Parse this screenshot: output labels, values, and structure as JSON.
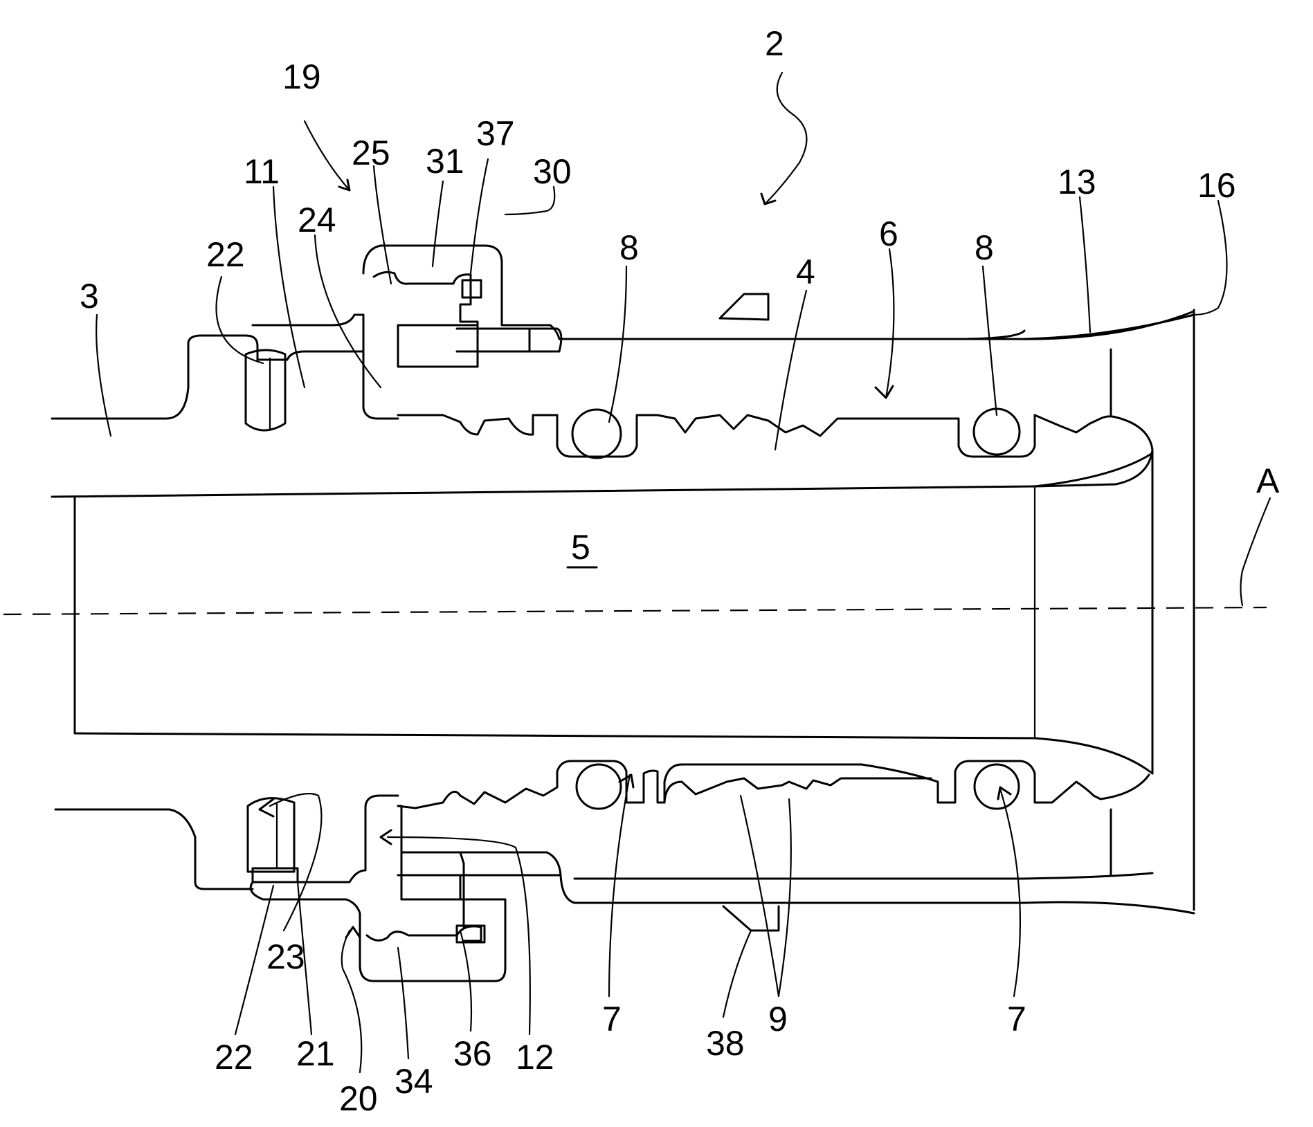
{
  "labels": {
    "l2": "2",
    "l19": "19",
    "l25": "25",
    "l31": "31",
    "l37": "37",
    "l30": "30",
    "l11": "11",
    "l24": "24",
    "l22_top": "22",
    "l3": "3",
    "l8_left": "8",
    "l8_right": "8",
    "l4": "4",
    "l6": "6",
    "l13": "13",
    "l16": "16",
    "lA": "A",
    "l5": "5",
    "l22_bottom": "22",
    "l23": "23",
    "l21": "21",
    "l20": "20",
    "l34": "34",
    "l36": "36",
    "l12": "12",
    "l7_left": "7",
    "l38": "38",
    "l9": "9",
    "l7_right": "7"
  },
  "colors": {
    "line": "#000000",
    "background": "#ffffff"
  }
}
